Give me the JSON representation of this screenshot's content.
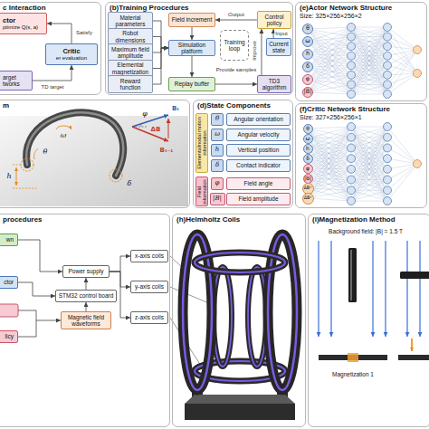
{
  "diagram": {
    "nodes": [
      {
        "text": [
          "c Interaction"
        ]
      },
      {
        "text": [
          "ctor",
          "ptimize Q(s, a)"
        ],
        "in": 0
      },
      {
        "text": [
          "Critic",
          "er evaluation"
        ],
        "in": 0
      },
      {
        "text": [
          "arget tworks"
        ],
        "in": 0
      },
      {
        "text": [
          "(b)Training Procedures"
        ]
      },
      {
        "text": [
          "Material parameters"
        ],
        "in": 4
      },
      {
        "text": [
          "Robot dimensions"
        ],
        "in": 4
      },
      {
        "text": [
          "Maximum field amplitude"
        ],
        "in": 4
      },
      {
        "text": [
          "Elemental magnetization"
        ],
        "in": 4
      },
      {
        "text": [
          "Reward function"
        ],
        "in": 4
      },
      {
        "text": [
          "Field increment"
        ],
        "in": 4
      },
      {
        "text": [
          "Simulation platform"
        ],
        "in": 4
      },
      {
        "text": [
          "Replay buffer"
        ],
        "in": 4
      },
      {
        "text": [
          "Training loop"
        ],
        "in": 4
      },
      {
        "text": [
          "Control policy"
        ],
        "in": 4
      },
      {
        "text": [
          "Current state"
        ],
        "in": 4
      },
      {
        "text": [
          "TD3 algorithm"
        ],
        "in": 4
      },
      {
        "text": [
          "(e)Actor Network Structure",
          "Size: 325×256×256×2"
        ]
      },
      {
        "text": [
          "θ"
        ],
        "in": 17
      },
      {
        "text": [
          "ω"
        ],
        "in": 17
      },
      {
        "text": [
          "h"
        ],
        "in": 17
      },
      {
        "text": [
          "δ"
        ],
        "in": 17
      },
      {
        "text": [
          "φ"
        ],
        "in": 17
      },
      {
        "text": [
          "|B|"
        ],
        "in": 17
      },
      {
        "text": [
          "m"
        ]
      },
      {
        "text": [
          "(d)State Components"
        ]
      },
      {
        "text": [
          "Elemental/nodal motion information"
        ],
        "in": 25
      },
      {
        "text": [
          "Field information"
        ],
        "in": 25
      },
      {
        "text": [
          "θ"
        ],
        "in": 25
      },
      {
        "text": [
          "Angular orientation"
        ],
        "in": 25
      },
      {
        "text": [
          "ω"
        ],
        "in": 25
      },
      {
        "text": [
          "Angular velocity"
        ],
        "in": 25
      },
      {
        "text": [
          "h"
        ],
        "in": 25
      },
      {
        "text": [
          "Vertical position"
        ],
        "in": 25
      },
      {
        "text": [
          "δ"
        ],
        "in": 25
      },
      {
        "text": [
          "Contact indicator"
        ],
        "in": 25
      },
      {
        "text": [
          "φ"
        ],
        "in": 25
      },
      {
        "text": [
          "Field angle"
        ],
        "in": 25
      },
      {
        "text": [
          "|B|"
        ],
        "in": 25
      },
      {
        "text": [
          "Field amplitude"
        ],
        "in": 25
      },
      {
        "text": [
          "(f)Critic Network Structure",
          "Size: 327×256×256×1"
        ]
      },
      {
        "text": [
          "θ"
        ],
        "in": 40
      },
      {
        "text": [
          "ω"
        ],
        "in": 40
      },
      {
        "text": [
          "h"
        ],
        "in": 40
      },
      {
        "text": [
          "δ"
        ],
        "in": 40
      },
      {
        "text": [
          "φ"
        ],
        "in": 40
      },
      {
        "text": [
          "|B|"
        ],
        "in": 40
      },
      {
        "text": [
          "ΔBˣ"
        ],
        "in": 40
      },
      {
        "text": [
          "ΔBʸ"
        ],
        "in": 40
      },
      {
        "text": [
          "procedures"
        ]
      },
      {
        "text": [
          "wn"
        ],
        "in": 49
      },
      {
        "text": [
          "ctor"
        ],
        "in": 49
      },
      {
        "text": [
          "licy"
        ],
        "in": 49
      },
      {
        "text": [
          "Power supply"
        ],
        "in": 49
      },
      {
        "text": [
          "STM32 control board"
        ],
        "in": 49
      },
      {
        "text": [
          "Magnetic field waveforms"
        ],
        "in": 49
      },
      {
        "text": [
          "x-axis coils"
        ],
        "in": 49
      },
      {
        "text": [
          "y-axis coils"
        ],
        "in": 49
      },
      {
        "text": [
          "z-axis coils"
        ],
        "in": 49
      },
      {
        "text": [
          "(h)Helmholtz Coils"
        ]
      },
      {
        "text": [
          "(i)Magnetization Method"
        ]
      }
    ],
    "edges": [
      {
        "from": 2,
        "to": 1,
        "label": "Satisfy",
        "arrow": "to"
      },
      {
        "from": 3,
        "to": 2,
        "label": "TD target",
        "arrow": "to"
      },
      {
        "from": 14,
        "to": 10,
        "label": "Output",
        "arrow": "to"
      },
      {
        "from": 10,
        "to": 11,
        "arrow": "to"
      },
      {
        "from": 5,
        "to": 11,
        "arrow": "to"
      },
      {
        "from": 6,
        "to": 11,
        "arrow": "to"
      },
      {
        "from": 7,
        "to": 11,
        "arrow": "to"
      },
      {
        "from": 8,
        "to": 11,
        "arrow": "to"
      },
      {
        "from": 9,
        "to": 11,
        "arrow": "to"
      },
      {
        "from": 11,
        "to": 12,
        "arrow": "to"
      },
      {
        "from": 12,
        "to": 16,
        "label": "Provide samples",
        "arrow": "to"
      },
      {
        "from": 16,
        "to": 14,
        "label": "Improve",
        "arrow": "to"
      },
      {
        "from": 15,
        "to": 14,
        "label": "Input",
        "arrow": "to"
      },
      {
        "from": 50,
        "to": 53,
        "arrow": "to"
      },
      {
        "from": 51,
        "to": 54,
        "arrow": "to"
      },
      {
        "from": 52,
        "to": 55,
        "arrow": "to"
      },
      {
        "from": 55,
        "to": 54,
        "arrow": "to"
      },
      {
        "from": 54,
        "to": 53,
        "arrow": "to"
      },
      {
        "from": 53,
        "to": 56,
        "arrow": "to"
      },
      {
        "from": 53,
        "to": 57,
        "arrow": "to"
      },
      {
        "from": 53,
        "to": 58,
        "arrow": "to"
      }
    ],
    "labels": [
      "θ",
      "ω",
      "h",
      "δ",
      "φ",
      "Bₜ",
      "Bₜ₋₁",
      "ΔB",
      "Background field: |B| = 1.5 T",
      "Magnetization 1"
    ]
  }
}
